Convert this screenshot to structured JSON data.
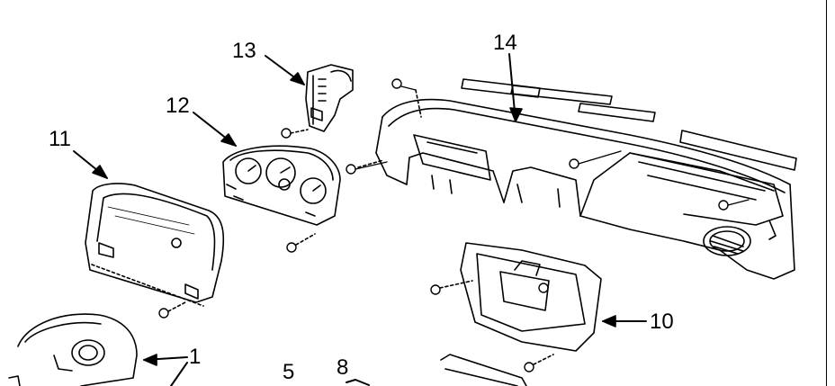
{
  "diagram": {
    "labels": {
      "part_1": "1",
      "part_5": "5",
      "part_8": "8",
      "part_10": "10",
      "part_11": "11",
      "part_12": "12",
      "part_13": "13",
      "part_14": "14"
    },
    "colors": {
      "ink": "#000000",
      "paper": "#ffffff"
    }
  }
}
